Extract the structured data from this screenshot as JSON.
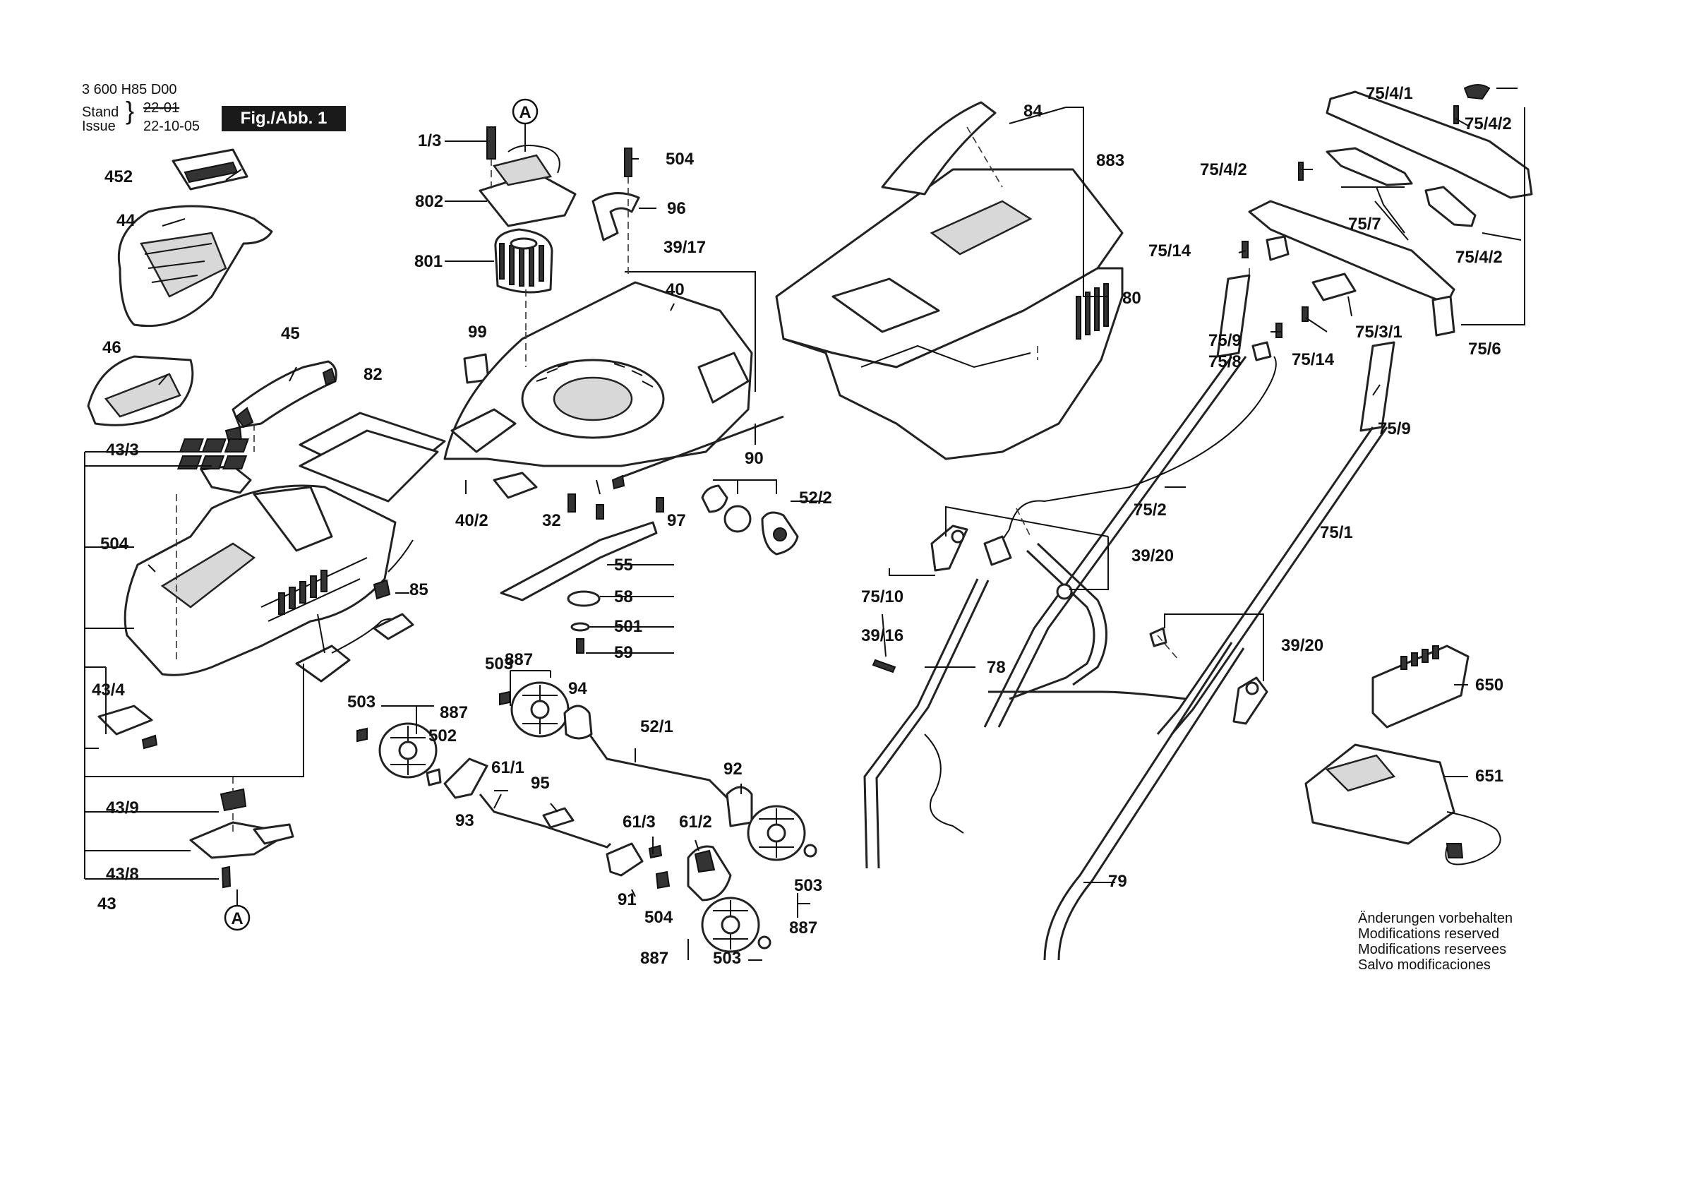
{
  "header": {
    "doc_number": "3 600 H85 D00",
    "stand_label": "Stand",
    "stand_value": "22-01",
    "issue_label": "Issue",
    "issue_value": "22-10-05",
    "figure_label": "Fig./Abb. 1"
  },
  "reference_markers": [
    "A",
    "A"
  ],
  "notes": [
    "Änderungen vorbehalten",
    "Modifications reserved",
    "Modifications reservees",
    "Salvo modificaciones"
  ],
  "part_labels": [
    "452",
    "44",
    "46",
    "45",
    "82",
    "43/3",
    "504",
    "85",
    "43/4",
    "43/9",
    "43/8",
    "43",
    "1/3",
    "802",
    "801",
    "504",
    "96",
    "39/17",
    "40",
    "99",
    "90",
    "40/2",
    "32",
    "97",
    "52/2",
    "55",
    "58",
    "501",
    "59",
    "887",
    "503",
    "94",
    "503",
    "887",
    "502",
    "52/1",
    "61/1",
    "95",
    "93",
    "92",
    "61/3",
    "61/2",
    "91",
    "504",
    "503",
    "887",
    "887",
    "503",
    "84",
    "883",
    "80",
    "75/4/1",
    "75/4/2",
    "75/4/2",
    "75/7",
    "75/14",
    "75/4/2",
    "75/9",
    "75/8",
    "75/14",
    "75/3/1",
    "75/6",
    "75/9",
    "75/2",
    "75/1",
    "39/20",
    "75/10",
    "39/16",
    "78",
    "39/20",
    "79",
    "650",
    "651"
  ]
}
